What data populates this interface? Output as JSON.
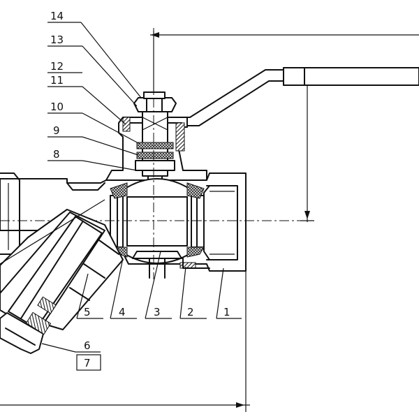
{
  "part_labels": {
    "p1": "1",
    "p2": "2",
    "p3": "3",
    "p4": "4",
    "p5": "5",
    "p6": "6",
    "p7": "7",
    "p8": "8",
    "p9": "9",
    "p10": "10",
    "p11": "11",
    "p12": "12",
    "p13": "13",
    "p14": "14"
  },
  "colors": {
    "line": "#111111",
    "background": "#ffffff"
  }
}
